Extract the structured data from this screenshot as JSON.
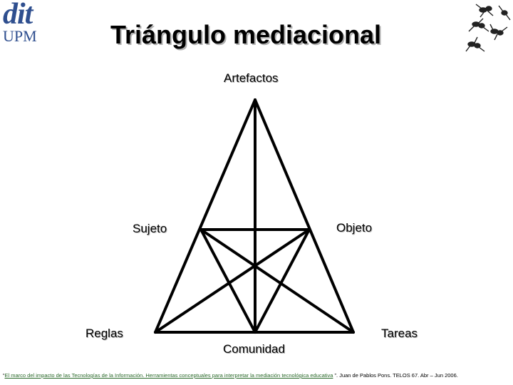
{
  "logo": {
    "top_text": "dit",
    "bottom_text": "UPM"
  },
  "title": "Triángulo mediacional",
  "labels": {
    "top": "Artefactos",
    "mid_left": "Sujeto",
    "mid_right": "Objeto",
    "bottom_left": "Reglas",
    "bottom_right": "Tareas",
    "bottom_center": "Comunidad"
  },
  "footnote": {
    "quote_open": "“",
    "link_text": "El marco del impacto de las Tecnologías de la Información. Herramientas conceptuales para interpretar la mediación tecnológica educativa",
    "rest": " ”. Juan de Pablos Pons. TELOS 67. Abr – Jun 2006."
  },
  "colors": {
    "logo": "#2f4f8f",
    "line": "#000000",
    "link": "#2b6a2b"
  }
}
